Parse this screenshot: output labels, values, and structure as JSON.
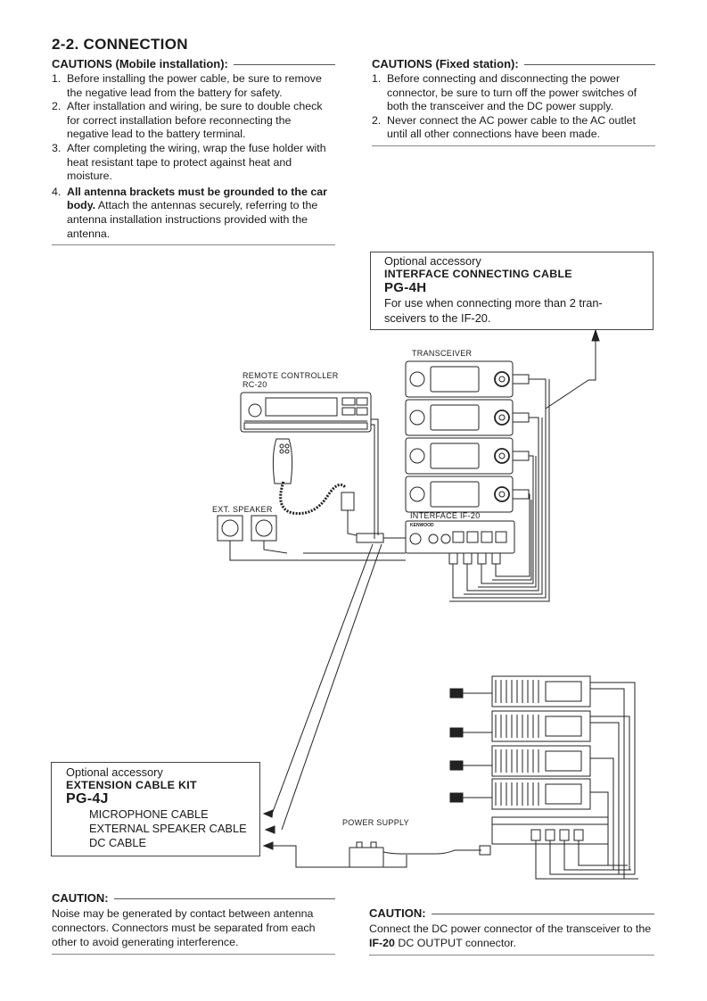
{
  "section_title": "2-2. CONNECTION",
  "mobile": {
    "heading": "CAUTIONS (Mobile installation):",
    "items": [
      {
        "num": "1.",
        "text": "Before installing the power cable, be sure to remove the negative lead from the battery for safety."
      },
      {
        "num": "2.",
        "text": "After installation and wiring, be sure to double check for correct installation before reconnecting the negative lead to the battery terminal."
      },
      {
        "num": "3.",
        "text": "After completing the wiring, wrap the fuse holder with heat resistant tape to protect against heat and moisture."
      },
      {
        "num": "4.",
        "bold": "All antenna brackets must be grounded to the car body.",
        "text": " Attach the antennas securely, referring to the antenna installation instructions provided with the antenna."
      }
    ]
  },
  "fixed": {
    "heading": "CAUTIONS (Fixed station):",
    "items": [
      {
        "num": "1.",
        "text": "Before connecting and disconnecting the power connector, be sure to turn off the power switches of both the transceiver and the DC power supply."
      },
      {
        "num": "2.",
        "text": "Never connect the AC power cable to the AC outlet until all other connections have been made."
      }
    ]
  },
  "pg4h": {
    "optional": "Optional accessory",
    "name": "INTERFACE CONNECTING CABLE",
    "model": "PG-4H",
    "use_line1": "For use when connecting more than 2 tran-",
    "use_line2": "sceivers to the IF-20."
  },
  "pg4j": {
    "optional": "Optional accessory",
    "name": "EXTENSION CABLE KIT",
    "model": "PG-4J",
    "cables": [
      "MICROPHONE CABLE",
      "EXTERNAL SPEAKER CABLE",
      "DC CABLE"
    ]
  },
  "labels": {
    "transceiver": "TRANSCEIVER",
    "remote_controller": "REMOTE CONTROLLER",
    "remote_model": "RC-20",
    "ext_speaker": "EXT. SPEAKER",
    "interface": "INTERFACE IF-20",
    "power_supply": "POWER SUPPLY",
    "brand": "KENWOOD"
  },
  "caution_left": {
    "heading": "CAUTION:",
    "text": "Noise may be generated by contact between antenna connectors. Connectors must be separated from each other to avoid generating interference."
  },
  "caution_right": {
    "heading": "CAUTION:",
    "text_before": "Connect the DC power connector of the transceiver to the ",
    "bold": "IF-20",
    "text_after": " DC OUTPUT connector."
  }
}
